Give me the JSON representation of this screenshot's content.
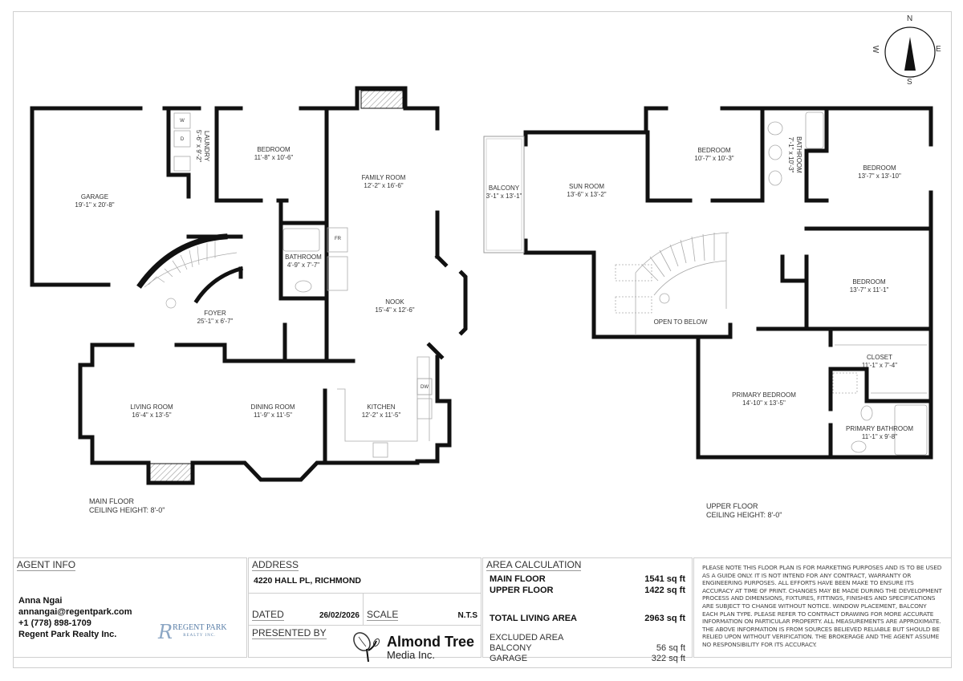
{
  "compass": {
    "north": "N",
    "south": "S",
    "east": "E",
    "west": "W"
  },
  "main_floor": {
    "caption": "MAIN FLOOR",
    "ceiling": "CEILING HEIGHT: 8'-0\"",
    "rooms": [
      {
        "name": "GARAGE",
        "dim": "19'-1\" x 20'-8\""
      },
      {
        "name": "LAUNDRY",
        "dim": "5'-6\" x 9'-2\""
      },
      {
        "name": "BEDROOM",
        "dim": "11'-8\" x 10'-6\""
      },
      {
        "name": "FAMILY ROOM",
        "dim": "12'-2\" x 16'-6\""
      },
      {
        "name": "BATHROOM",
        "dim": "4'-9\" x 7'-7\""
      },
      {
        "name": "FOYER",
        "dim": "25'-1\" x 6'-7\""
      },
      {
        "name": "NOOK",
        "dim": "15'-4\" x 12'-6\""
      },
      {
        "name": "LIVING ROOM",
        "dim": "16'-4\" x 13'-5\""
      },
      {
        "name": "DINING ROOM",
        "dim": "11'-9\" x 11'-5\""
      },
      {
        "name": "KITCHEN",
        "dim": "12'-2\" x 11'-5\""
      }
    ],
    "fixtures": {
      "washer": "W",
      "dryer": "D",
      "fridge": "FR",
      "dishwasher": "DW"
    }
  },
  "upper_floor": {
    "caption": "UPPER FLOOR",
    "ceiling": "CEILING HEIGHT: 8'-0\"",
    "rooms": [
      {
        "name": "BALCONY",
        "dim": "3'-1\" x 13'-1\""
      },
      {
        "name": "SUN ROOM",
        "dim": "13'-6\" x 13'-2\""
      },
      {
        "name": "BEDROOM",
        "dim": "10'-7\" x 10'-3\""
      },
      {
        "name": "BATHROOM",
        "dim": "7'-1\" x 10'-3\""
      },
      {
        "name": "BEDROOM",
        "dim": "13'-7\" x 13'-10\""
      },
      {
        "name": "BEDROOM",
        "dim": "13'-7\" x 11'-1\""
      },
      {
        "name": "OPEN TO BELOW",
        "dim": ""
      },
      {
        "name": "CLOSET",
        "dim": "11'-1\" x 7'-4\""
      },
      {
        "name": "PRIMARY BEDROOM",
        "dim": "14'-10\" x 13'-5\""
      },
      {
        "name": "PRIMARY BATHROOM",
        "dim": "11'-1\" x 9'-8\""
      }
    ]
  },
  "agent_info": {
    "heading": "AGENT INFO",
    "name": "Anna Ngai",
    "email": "annangai@regentpark.com",
    "phone": "+1 (778) 898-1709",
    "company": "Regent Park Realty Inc.",
    "logo_mark": "R",
    "logo_text": "REGENT PARK",
    "logo_sub": "REALTY INC."
  },
  "address_block": {
    "heading": "ADDRESS",
    "address": "4220 HALL PL, RICHMOND",
    "dated_label": "DATED",
    "dated_value": "26/02/2026",
    "scale_label": "SCALE",
    "scale_value": "N.T.S",
    "presented_label": "PRESENTED BY",
    "presenter_line1": "Almond Tree",
    "presenter_line2": "Media Inc."
  },
  "area_calculation": {
    "heading": "AREA CALCULATION",
    "main_floor_label": "MAIN FLOOR",
    "main_floor_value": "1541 sq ft",
    "upper_floor_label": "UPPER FLOOR",
    "upper_floor_value": "1422 sq ft",
    "total_label": "TOTAL LIVING AREA",
    "total_value": "2963 sq ft",
    "excluded_label": "EXCLUDED AREA",
    "balcony_label": "BALCONY",
    "balcony_value": "56 sq ft",
    "garage_label": "GARAGE",
    "garage_value": "322 sq ft"
  },
  "disclaimer": "PLEASE NOTE THIS FLOOR PLAN IS FOR MARKETING PURPOSES AND IS TO BE USED AS A GUIDE ONLY. IT IS NOT INTEND FOR ANY CONTRACT, WARRANTY OR ENGINEERING PURPOSES. ALL EFFORTS HAVE BEEN MAKE TO ENSURE ITS ACCURACY AT TIME OF PRINT. CHANGES MAY BE MADE DURING THE DEVELOPMENT PROCESS AND DIMENSIONS, FIXTURES, FITTINGS, FINISHES AND SPECIFICATIONS ARE SUBJECT TO CHANGE WITHOUT NOTICE. WINDOW PLACEMENT, BALCONY EACH PLAN TYPE. PLEASE REFER TO CONTRACT DRAWING FOR MORE ACCURATE INFORMATION ON PARTICULAR PROPERTY. ALL MEASUREMENTS ARE APPROXIMATE. THE ABOVE INFORMATION IS FROM SOURCES BELIEVED RELIABLE BUT SHOULD BE RELIED UPON WITHOUT VERIFICATION. THE BROKERAGE AND THE AGENT ASSUME NO RESPONSIBILITY FOR ITS ACCURACY."
}
